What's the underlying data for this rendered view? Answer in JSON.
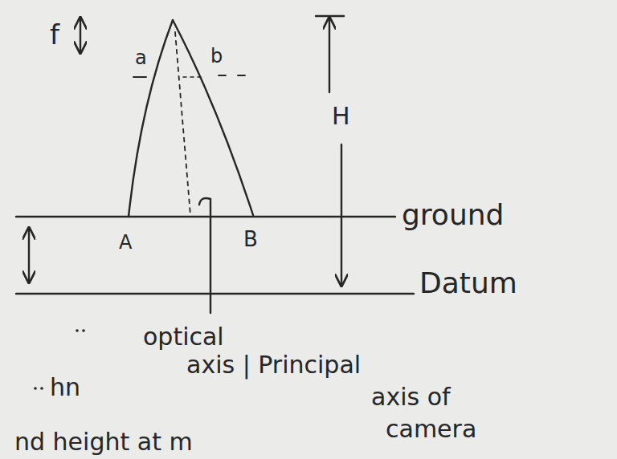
{
  "diagram": {
    "labels": [
      "f",
      "a",
      "b",
      "H",
      "A",
      "B",
      "ground",
      "Datum",
      "optical",
      "axis | Principal",
      "hn",
      "axis of",
      "camera",
      "nd height at m"
    ]
  }
}
